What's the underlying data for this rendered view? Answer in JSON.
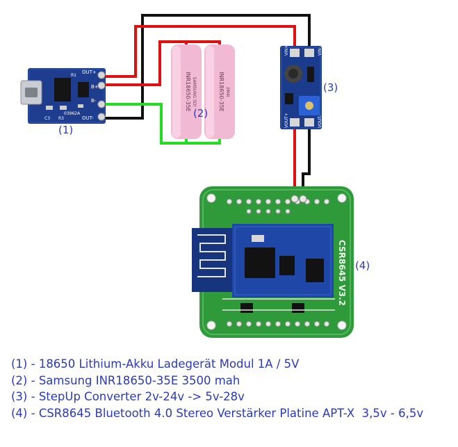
{
  "diagram": {
    "components": [
      {
        "id": "charger",
        "label": "(1)"
      },
      {
        "id": "batteries",
        "label": "(2)"
      },
      {
        "id": "stepup",
        "label": "(3)"
      },
      {
        "id": "bluetooth",
        "label": "(4)"
      }
    ],
    "silkscreen": {
      "charger_pins": [
        "OUT+",
        "B+",
        "B-",
        "OUT-"
      ],
      "charger_extra": [
        "03962A",
        "R3",
        "C3",
        "R1"
      ],
      "battery_text": [
        "INR18650-35E",
        "SAMSUNG SDI",
        "2M4I"
      ],
      "stepup_pins": [
        "VIN+",
        "VIN-",
        "VOUT+",
        "VOUT-"
      ],
      "bt_board_text": "CSR8645 V3.2"
    },
    "wire_colors": {
      "positive": "#e01010",
      "negative": "#111111",
      "battery_minus": "#22dd22"
    }
  },
  "legend": [
    "(1) - 18650 Lithium-Akku Ladegerät Modul 1A / 5V",
    "(2) - Samsung INR18650-35E 3500 mah",
    "(3) - StepUp Converter 2v-24v -> 5v-28v",
    "(4) - CSR8645 Bluetooth 4.0 Stereo Verstärker Platine APT-X  3,5v - 6,5v"
  ]
}
